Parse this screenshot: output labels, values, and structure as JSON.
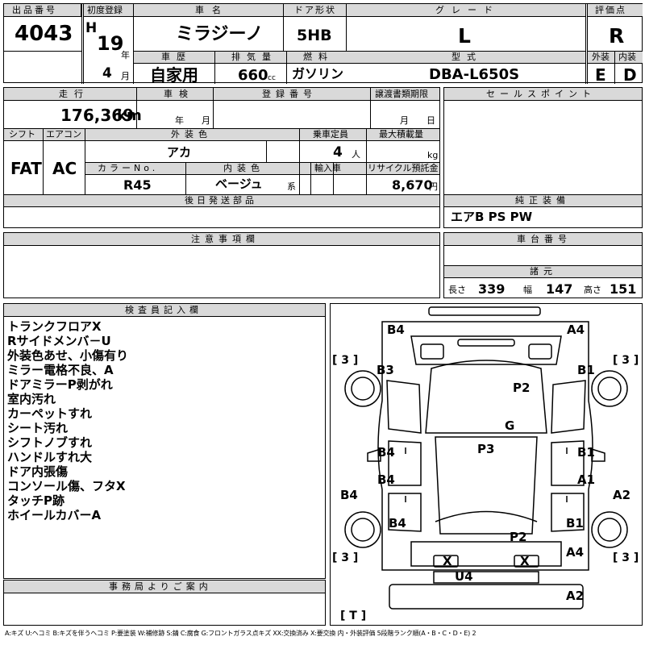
{
  "header": {
    "lot_label": "出品番号",
    "lot_number": "4043",
    "first_reg_label": "初度登録",
    "era": "H",
    "year": "19",
    "year_unit": "年",
    "month": "4",
    "month_unit": "月",
    "car_name_label": "車名",
    "car_name": "ミラジーノ",
    "door_label": "ドア形状",
    "door_type": "5HB",
    "grade_label": "グレード",
    "grade": "L",
    "score_label": "評価点",
    "score": "R",
    "history_label": "車歴",
    "history": "自家用",
    "displacement_label": "排気量",
    "displacement": "660",
    "displacement_unit": "cc",
    "fuel_label": "燃料",
    "fuel": "ガソリン",
    "model_label": "型式",
    "model": "DBA-L650S",
    "exterior_label": "外装",
    "exterior": "E",
    "interior_label": "内装",
    "interior": "D"
  },
  "specs": {
    "mileage_label": "走行",
    "mileage": "176,369",
    "mileage_unit": "km",
    "inspection_label": "車検",
    "inspection_year_unit": "年",
    "inspection_month_unit": "月",
    "reg_no_label": "登録番号",
    "transfer_label": "譲渡書類期限",
    "transfer_month_unit": "月",
    "transfer_day_unit": "日",
    "shift_label": "シフト",
    "shift": "FAT",
    "ac_label": "エアコン",
    "ac": "AC",
    "ext_color_label": "外装色",
    "ext_color": "アカ",
    "seats_label": "乗車定員",
    "seats": "4",
    "seats_unit": "人",
    "max_load_label": "最大積載量",
    "max_load_unit": "kg",
    "color_no_label": "カラーNo.",
    "color_no": "R45",
    "int_color_label": "内装色",
    "int_color": "ベージュ",
    "int_color_suffix": "系",
    "import_label": "輸入車",
    "recycle_label": "リサイクル預託金",
    "recycle": "8,670",
    "recycle_unit": "円",
    "later_parts_label": "後日発送部品"
  },
  "right_panel": {
    "sales_points_label": "セールスポイント",
    "equipment_label": "純正装備",
    "equipment": "エアB PS PW",
    "chassis_label": "車台番号",
    "dims_label": "諸元",
    "length_label": "長さ",
    "length": "339",
    "width_label": "幅",
    "width": "147",
    "height_label": "高さ",
    "height": "151"
  },
  "caution_label": "注意事項欄",
  "inspector": {
    "label": "検査員記入欄",
    "lines": [
      "トランクフロアX",
      "Rサイドメンバ－U",
      "外装色あせ、小傷有り",
      "ミラー電格不良、A",
      "ドアミラーP剥がれ",
      "室内汚れ",
      "カーペットすれ",
      "シート汚れ",
      "シフトノブすれ",
      "ハンドルすれ大",
      "ドア内張傷",
      "コンソール傷、フタX",
      "タッチP跡",
      "ホイールカバーA"
    ]
  },
  "office_label": "事務局よりご案内",
  "diagram": {
    "tire_front_left": "[ 3 ]",
    "tire_front_right": "[ 3 ]",
    "tire_rear_left": "[ 3 ]",
    "tire_rear_right": "[ 3 ]",
    "spare_tire": "[ T ]",
    "marks": {
      "b4_top_left": "B4",
      "a4_top_right": "A4",
      "b3_left": "B3",
      "b1_right_top": "B1",
      "p2_top": "P2",
      "g_center": "G",
      "p3_center": "P3",
      "b4_left_mid": "B4",
      "b1_right_mid": "B1",
      "b4_left_lower": "B4",
      "a1_right": "A1",
      "b4_far_left": "B4",
      "a2_far_right": "A2",
      "b4_left_bottom": "B4",
      "b1_right_bottom": "B1",
      "p2_bottom": "P2",
      "a4_bottom_right": "A4",
      "x_left": "X",
      "x_right": "X",
      "u4_rear": "U4",
      "a2_rear": "A2"
    }
  },
  "legend": "A:キズ  U:ヘコミ  B:キズを伴うヘコミ  P:要塗装  W:補修跡  S:錆  C:腐食  G:フロントガラス点キズ  XX:交換済み  X:要交換  内・外装評価  5段階ランク順(A・B・C・D・E) 2"
}
